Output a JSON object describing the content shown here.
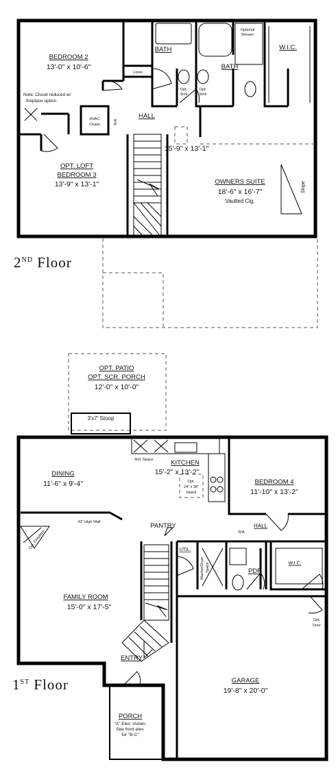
{
  "second_floor": {
    "title_main": "2",
    "title_sup": "ND",
    "title_rest": " Floor",
    "rooms": {
      "bedroom2": {
        "name": "Bedroom 2",
        "dims": "13'-0\" x 10'-6\""
      },
      "bath_left": {
        "name": "Bath"
      },
      "bath_right": {
        "name": "Bath"
      },
      "optional_shower_1": "Optional",
      "optional_shower_2": "Shower",
      "wic": {
        "name": "W.I.C."
      },
      "linen": "Linen",
      "opt_sink_1": "Opt.",
      "opt_sink_2": "Sink",
      "opt_sink_3": "Opt.",
      "opt_sink_4": "Sink",
      "closet_note_1": "Note: Closet reduced w/",
      "closet_note_2": "fireplace option",
      "hvac_1": "HVAC",
      "hvac_2": "Chase",
      "ra": "R/A",
      "hall": "Hall",
      "loft": {
        "name_1": "Opt. Loft",
        "name_2": "Bedroom 3",
        "dims": "13'-9\" x 13'-1\""
      },
      "ghost_dims": "15'-9\" x 13'-1\"",
      "owners_suite": {
        "name": "Owners Suite",
        "dims": "18'-6\" x 16'-7\"",
        "note": "Vaulted Clg."
      },
      "slope": "Slope"
    }
  },
  "first_floor": {
    "title_main": "1",
    "title_sup": "ST",
    "title_rest": " Floor",
    "rooms": {
      "patio": {
        "name": "Opt. Patio",
        "name_2": "Opt. Scr. Porch",
        "dims": "12'-0\" x 10'-0\""
      },
      "stoop": "3'x7' Stoop",
      "ref_space": "Ref. Space",
      "kitchen": {
        "name": "Kitchen",
        "dims": "15'-2\" x 13'-2\""
      },
      "island_1": "Opt.",
      "island_2": "24\" x 36\"",
      "island_3": "Island",
      "dining": {
        "name": "Dining",
        "dims": "11'-6\" x 9'-4\""
      },
      "bedroom4": {
        "name": "Bedroom 4",
        "dims": "11'-10\" x 13'-2\""
      },
      "high_wall": "42\" High Wall",
      "fireplace": "Opt. Fireplace",
      "pantry": "Pantry",
      "ra": "R/A",
      "hall": "Hall",
      "util": "Util.",
      "washer_1": "Washer/Dryer",
      "washer_2": "Space",
      "pdr": "PDR",
      "wic": "W.I.C.",
      "opt_door_1": "Opt.",
      "opt_door_2": "Door",
      "family_room": {
        "name": "Family Room",
        "dims": "15'-0\" x 17'-5\""
      },
      "entry": "Entry",
      "garage": {
        "name": "Garage",
        "dims": "19'-8\" x 20'-0\""
      },
      "porch": {
        "name": "Porch",
        "note_1": "\"A\" Elev. shown.",
        "note_2": "See front elev.",
        "note_3": "for \"B-C\""
      }
    }
  }
}
